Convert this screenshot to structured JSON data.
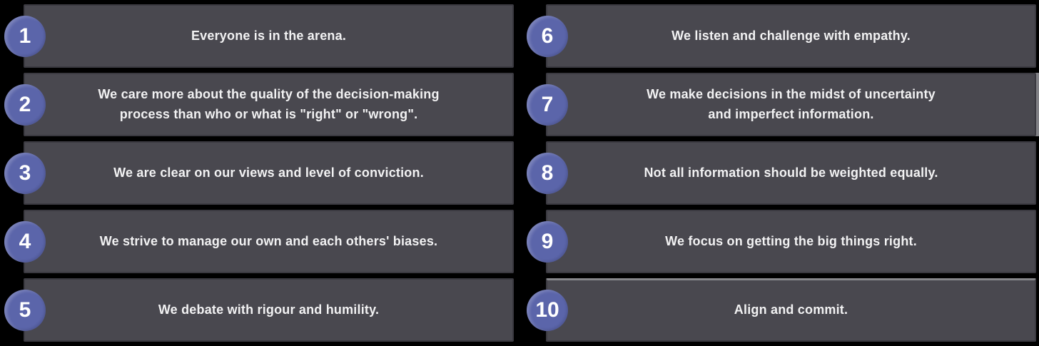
{
  "theme": {
    "background": "#000000",
    "card_bg": "#49484F",
    "card_border": "#3B3A41",
    "badge_color": "#5B65AA",
    "text_color": "#F2F2F3",
    "light_edge": "#87878B"
  },
  "cards": {
    "left": [
      {
        "number": "1",
        "text": "Everyone is in the arena."
      },
      {
        "number": "2",
        "text": "We care more about the quality of the decision-making\nprocess than who or what is \"right\" or \"wrong\"."
      },
      {
        "number": "3",
        "text": "We are clear on our views and level of conviction."
      },
      {
        "number": "4",
        "text": "We strive to manage our own and each others' biases."
      },
      {
        "number": "5",
        "text": "We debate with rigour and humility."
      }
    ],
    "right": [
      {
        "number": "6",
        "text": "We listen and challenge with empathy."
      },
      {
        "number": "7",
        "text": "We make decisions in the midst of uncertainty\nand imperfect information."
      },
      {
        "number": "8",
        "text": "Not all information should be weighted equally."
      },
      {
        "number": "9",
        "text": "We focus on getting the big things right."
      },
      {
        "number": "10",
        "text": "Align and commit."
      }
    ]
  }
}
